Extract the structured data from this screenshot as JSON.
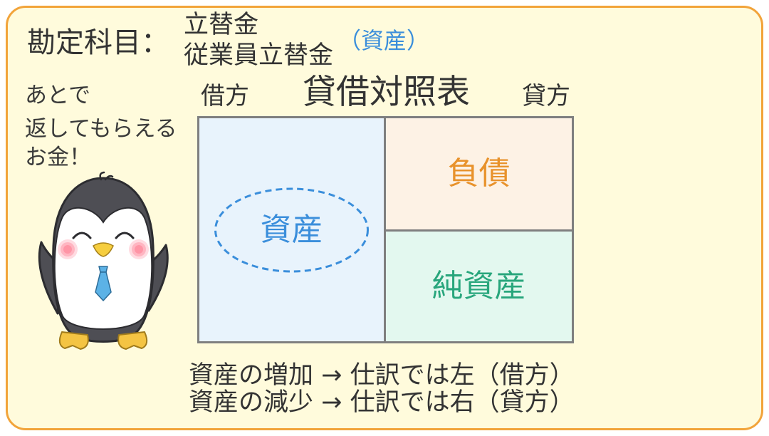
{
  "header": {
    "label": "勘定科目：",
    "accounts": [
      "立替金",
      "従業員立替金"
    ],
    "category": "（資産）"
  },
  "speech": {
    "lines": [
      "あとで",
      "返してもらえる",
      "お金！"
    ]
  },
  "balance_sheet": {
    "title": "貸借対照表",
    "debit_label": "借方",
    "credit_label": "貸方",
    "assets": "資産",
    "liabilities": "負債",
    "net_assets": "純資産"
  },
  "rules": [
    "資産の増加 → 仕訳では左（借方）",
    "資産の減少 → 仕訳では右（貸方）"
  ],
  "icons": {
    "mascot": "penguin-icon"
  },
  "colors": {
    "panel_background": "#FFFBDC",
    "panel_border": "#F2A43A",
    "text": "#333333",
    "assets": "#3A8EDB",
    "liabilities": "#E8922B",
    "net_assets": "#28A67C",
    "assets_fill": "#E8F3FC",
    "liabilities_fill": "#FDF2E5",
    "net_assets_fill": "#E3F8EF",
    "table_border": "#7F7F7F"
  }
}
